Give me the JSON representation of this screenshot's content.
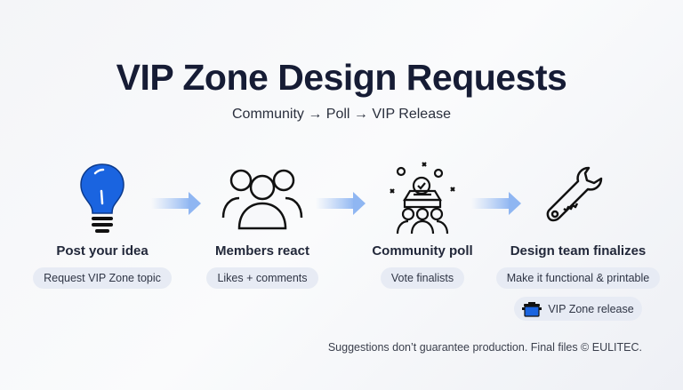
{
  "title": "VIP Zone Design Requests",
  "subtitle": "Community → Poll → VIP Release",
  "steps": [
    {
      "icon": "lightbulb-icon",
      "heading": "Post your idea",
      "pill": "Request VIP Zone topic"
    },
    {
      "icon": "users-icon",
      "heading": "Members react",
      "pill": "Likes + comments"
    },
    {
      "icon": "ballot-box-icon",
      "heading": "Community poll",
      "pill": "Vote finalists"
    },
    {
      "icon": "wrench-icon",
      "heading": "Design team finalizes",
      "pill": "Make it functional & printable"
    }
  ],
  "release": {
    "icon": "pot-icon",
    "label": "VIP Zone release"
  },
  "footnote": "Suggestions don’t guarantee production. Final files © EULITEC.",
  "colors": {
    "accent": "#1a64e0",
    "arrow": "#9ec0f4",
    "pill": "#e7ebf4"
  }
}
